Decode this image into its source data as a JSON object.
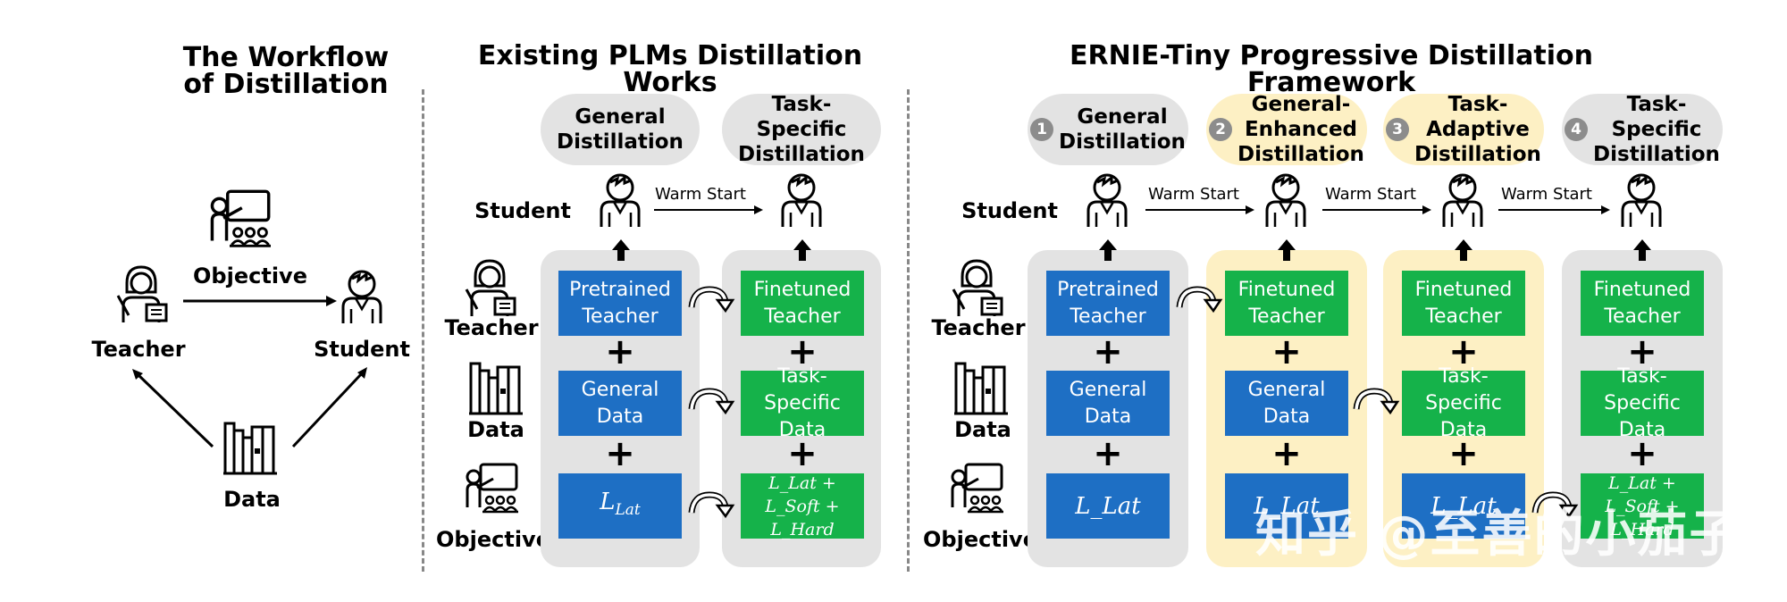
{
  "titles": {
    "workflow": "The Workflow\nof Distillation",
    "existing": "Existing PLMs Distillation Works",
    "ernie": "ERNIE-Tiny Progressive Distillation Framework"
  },
  "workflow": {
    "objective": "Objective",
    "teacher": "Teacher",
    "student": "Student",
    "data": "Data"
  },
  "row_labels": {
    "student": "Student",
    "teacher": "Teacher",
    "data": "Data",
    "objective": "Objective"
  },
  "warm_start": "Warm Start",
  "plus": "+",
  "existing": {
    "stages": [
      {
        "label": "General\nDistillation"
      },
      {
        "label": "Task-\nSpecific\nDistillation"
      }
    ],
    "columns": [
      {
        "teacher": "Pretrained\nTeacher",
        "data": "General\nData",
        "objective_main": "L",
        "objective_sub": "Lat"
      },
      {
        "teacher": "Finetuned\nTeacher",
        "data": "Task-Specific\nData",
        "objective_line1": "L_Lat +",
        "objective_line2": "L_Soft + L_Hard"
      }
    ]
  },
  "ernie": {
    "stages": [
      {
        "num": "1",
        "label": "General\nDistillation"
      },
      {
        "num": "2",
        "label": "General-\nEnhanced\nDistillation"
      },
      {
        "num": "3",
        "label": "Task-\nAdaptive\nDistillation"
      },
      {
        "num": "4",
        "label": "Task-\nSpecific\nDistillation"
      }
    ],
    "columns": [
      {
        "teacher": "Pretrained\nTeacher",
        "data": "General\nData",
        "objective": "L_Lat"
      },
      {
        "teacher": "Finetuned\nTeacher",
        "data": "General\nData",
        "objective": "L_Lat"
      },
      {
        "teacher": "Finetuned\nTeacher",
        "data": "Task-Specific\nData",
        "objective": "L_Lat"
      },
      {
        "teacher": "Finetuned\nTeacher",
        "data": "Task-Specific\nData",
        "objective_line1": "L_Lat +",
        "objective_line2": "L_Soft + L_Hard"
      }
    ]
  },
  "watermark": "知乎 @至善的小茄子",
  "colors": {
    "blue": "#1e6fc4",
    "green": "#15b24a",
    "gray_panel": "#e3e3e3",
    "yellow_panel": "#fdf0c4"
  }
}
